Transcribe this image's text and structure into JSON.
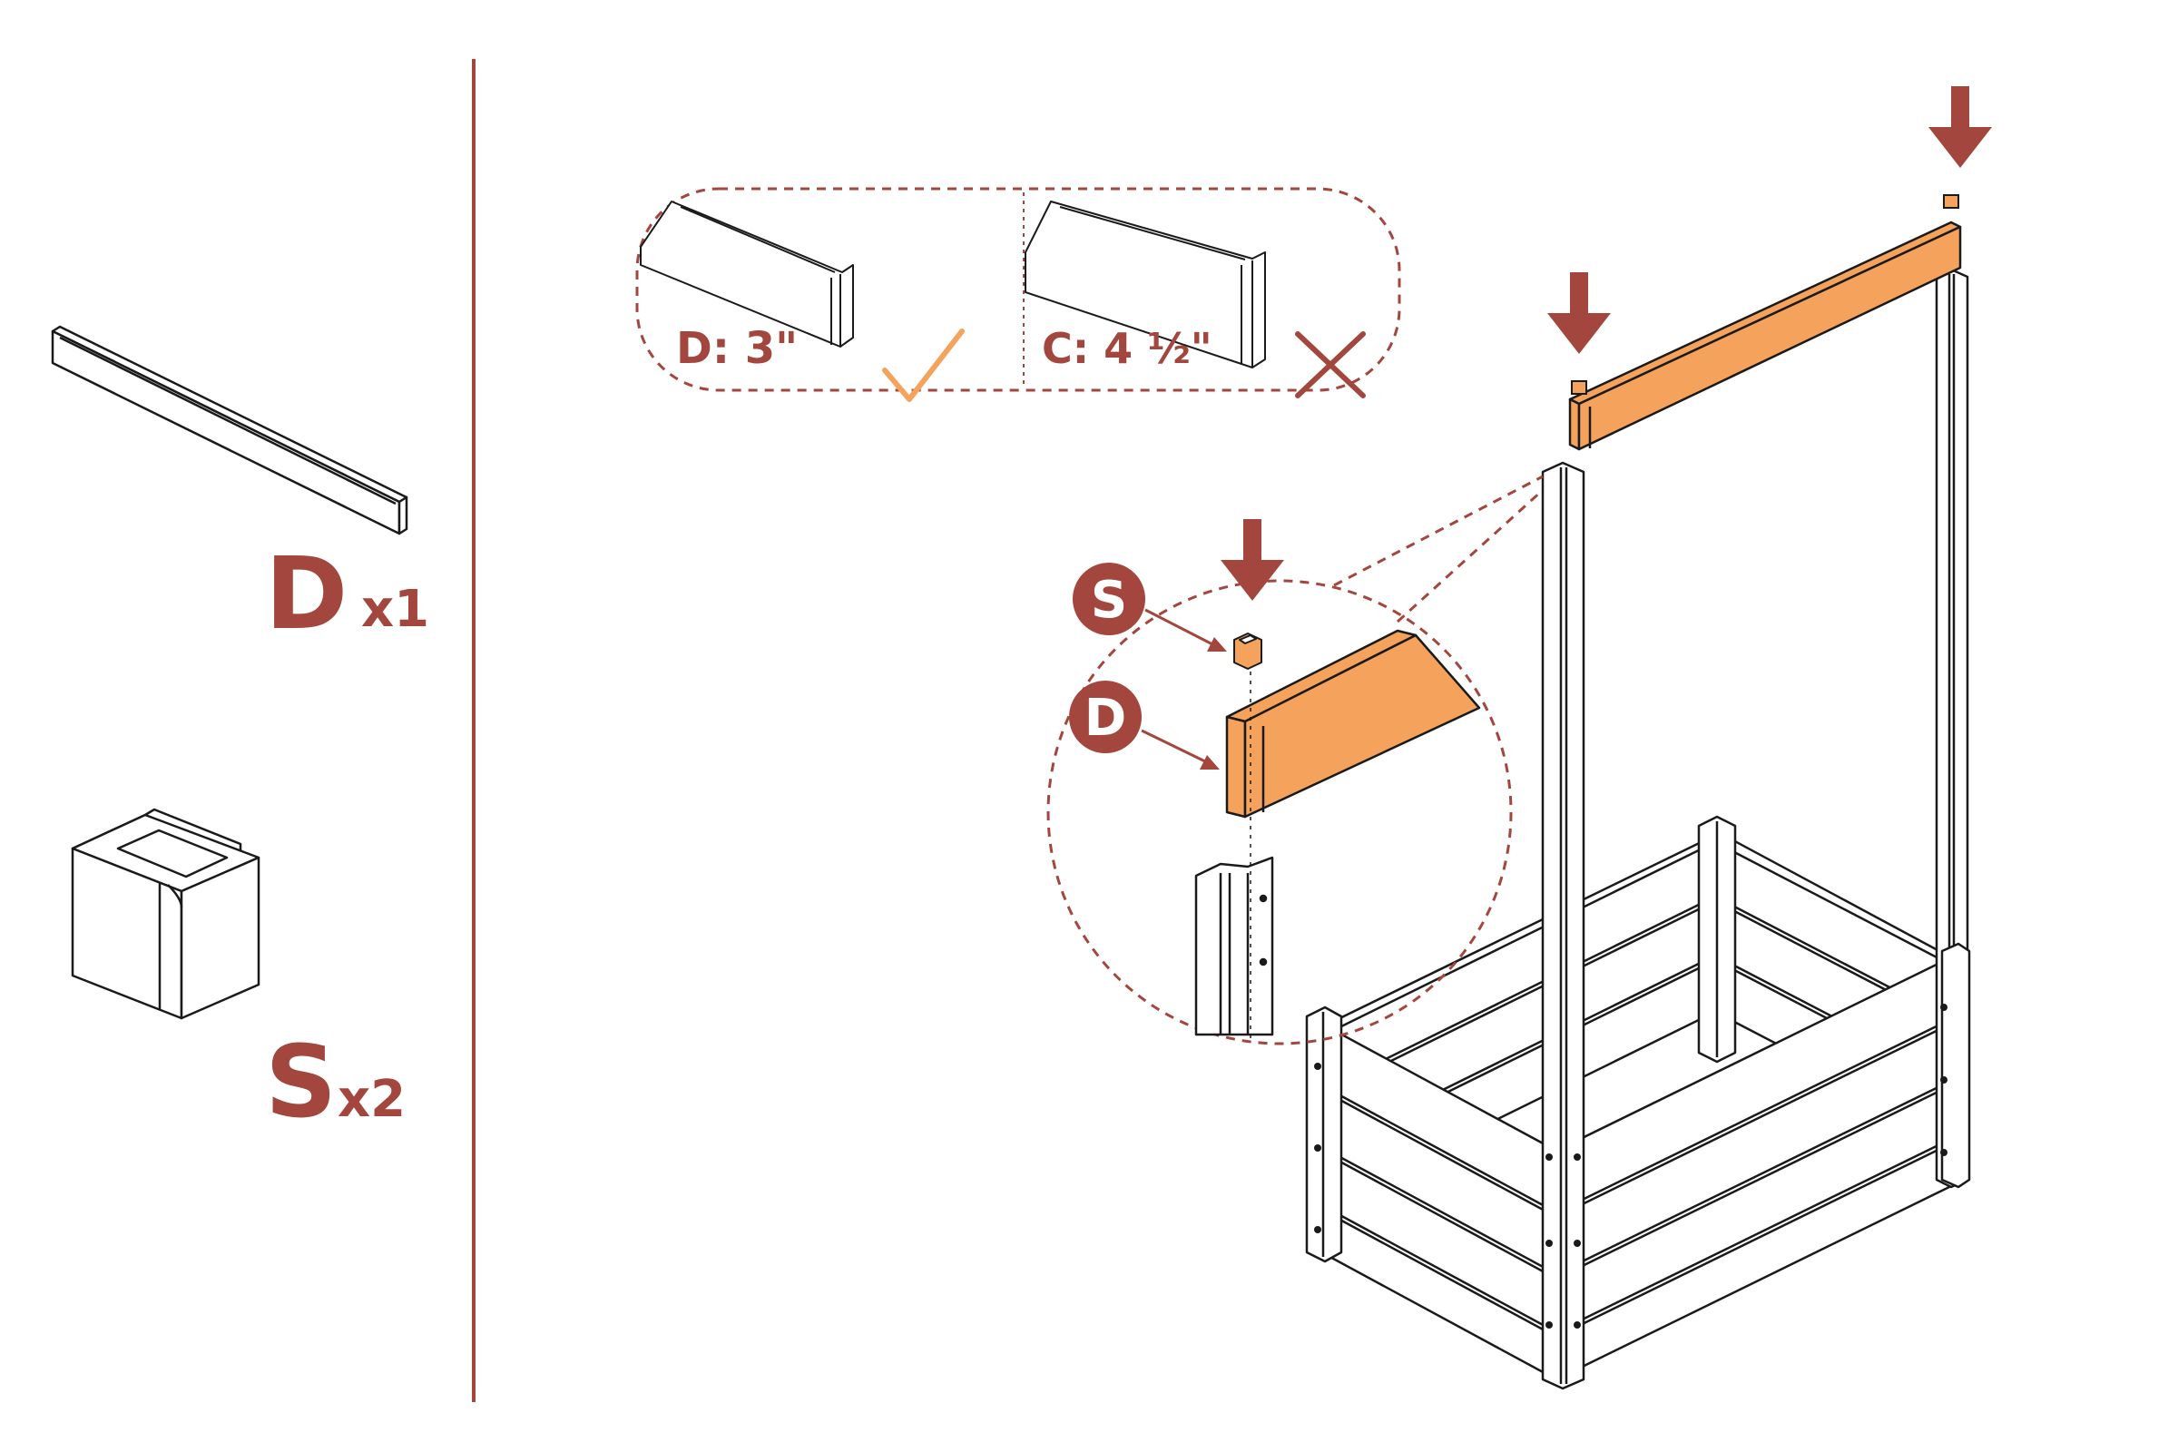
{
  "parts": [
    {
      "letter": "D",
      "qty": "x1"
    },
    {
      "letter": "S",
      "qty": "x2"
    }
  ],
  "comparison": {
    "correct_label": "D: 3\"",
    "wrong_label": "C: 4 ½\""
  },
  "callouts": [
    {
      "letter": "S"
    },
    {
      "letter": "D"
    }
  ],
  "colors": {
    "accent": "#A3463D",
    "highlight": "#F5A35C",
    "check": "#F5A35C",
    "line": "#1a1a1a"
  },
  "icons": [
    "check-icon",
    "cross-icon",
    "down-arrow-icon"
  ]
}
